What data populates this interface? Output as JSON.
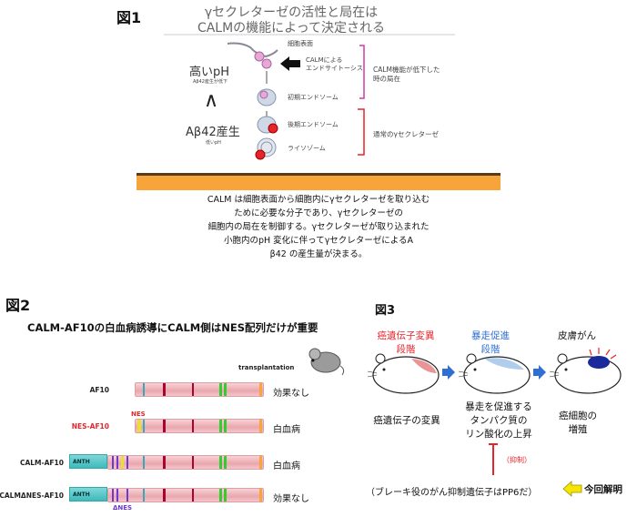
{
  "fig1": {
    "label": "図1",
    "title_line1": "γセクレターゼの活性と局在は",
    "title_line2": "CALMの機能によって決定される",
    "membrane_label": "細胞表面",
    "calm_label_line1": "CALMによる",
    "calm_label_line2": "エンドサイトーシス",
    "early_endosome": "初期エンドソーム",
    "late_endosome": "後期エンドソーム",
    "lysosome": "ライソゾーム",
    "high_ph": "高いpH",
    "high_ph_note": "Aβ42産生が低下",
    "inequality": "∧",
    "ab42": "Aβ42産生",
    "low_ph_note": "低いpH",
    "bracket1_line1": "CALM機能が低下した",
    "bracket1_line2": "時の局在",
    "bracket2": "通常のγセクレターゼ",
    "caption": [
      "CALM は細胞表面から細胞内にγセクレターゼを取り込む",
      "ために必要な分子であり、γセクレターゼの",
      "細胞内の局在を制御する。γセクレターゼが取り込まれた",
      "小胞内のpH 変化に伴ってγセクレターゼによるA",
      "β42 の産生量が決まる。"
    ]
  },
  "fig2": {
    "label": "図2",
    "title": "CALM-AF10の白血病誘導にCALM側はNES配列だけが重要",
    "transplantation": "transplantation",
    "nes_tag": "NES",
    "anth": "ANTH",
    "delta_nes": "ΔNES",
    "rows": [
      {
        "name": "AF10",
        "result": "効果なし"
      },
      {
        "name": "NES-AF10",
        "result": "白血病"
      },
      {
        "name": "CALM-AF10",
        "result": "白血病"
      },
      {
        "name": "CALMΔNES-AF10",
        "result": "効果なし"
      }
    ]
  },
  "fig3": {
    "label": "図3",
    "stage1_line1": "癌遺伝子変異",
    "stage1_line2": "段階",
    "stage2_line1": "暴走促進",
    "stage2_line2": "段階",
    "stage3": "皮膚がん",
    "cap1": "癌遺伝子の変異",
    "cap2_line1": "暴走を促進する",
    "cap2_line2": "タンパク質の",
    "cap2_line3": "リン酸化の上昇",
    "cap3_line1": "癌細胞の",
    "cap3_line2": "増殖",
    "inhibit": "（抑制）",
    "brake": "（ブレーキ役のがん抑制遺伝子はPP6だ）",
    "highlight": "今回解明"
  },
  "colors": {
    "stage1": "#e8242b",
    "stage2": "#2f6fd1",
    "orange": "#f7a53b",
    "arrow_blue": "#2f6fd1",
    "highlight_arrow": "#f5e600"
  }
}
